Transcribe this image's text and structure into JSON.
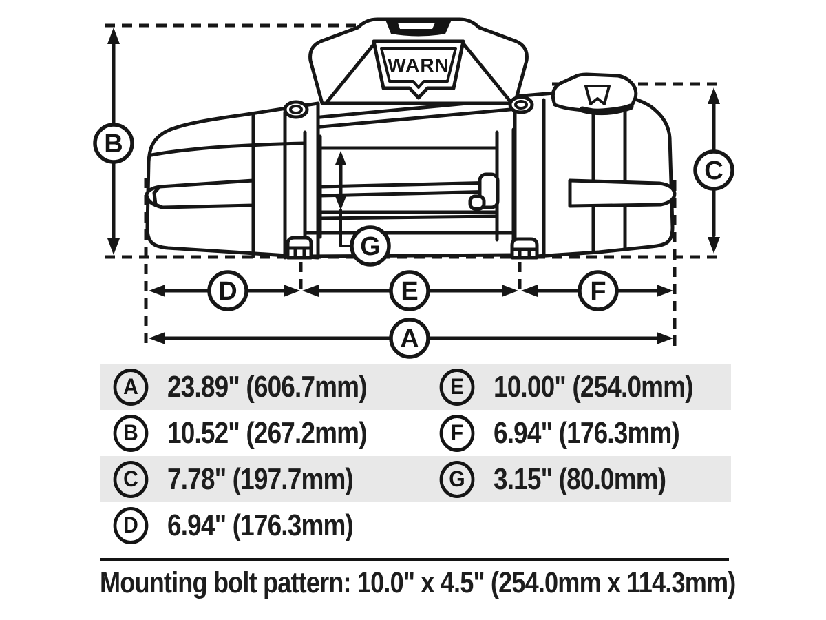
{
  "page": {
    "background_color": "#ffffff",
    "line_color": "#161616",
    "row_alt_color": "#e8e8e8"
  },
  "diagram": {
    "type": "winch-dimension-drawing",
    "brand": "WARN",
    "clutch_mark": "W",
    "markers": {
      "a": "A",
      "b": "B",
      "c": "C",
      "d": "D",
      "e": "E",
      "f": "F",
      "g": "G"
    }
  },
  "table": {
    "rows": [
      {
        "left_label": "A",
        "left_value": "23.89\" (606.7mm)",
        "right_label": "E",
        "right_value": "10.00\" (254.0mm)"
      },
      {
        "left_label": "B",
        "left_value": "10.52\" (267.2mm)",
        "right_label": "F",
        "right_value": "6.94\" (176.3mm)"
      },
      {
        "left_label": "C",
        "left_value": "7.78\" (197.7mm)",
        "right_label": "G",
        "right_value": "3.15\" (80.0mm)"
      },
      {
        "left_label": "D",
        "left_value": "6.94\" (176.3mm)",
        "right_label": "",
        "right_value": ""
      }
    ]
  },
  "footer": {
    "text": "Mounting bolt pattern: 10.0\" x 4.5\" (254.0mm x 114.3mm)"
  }
}
